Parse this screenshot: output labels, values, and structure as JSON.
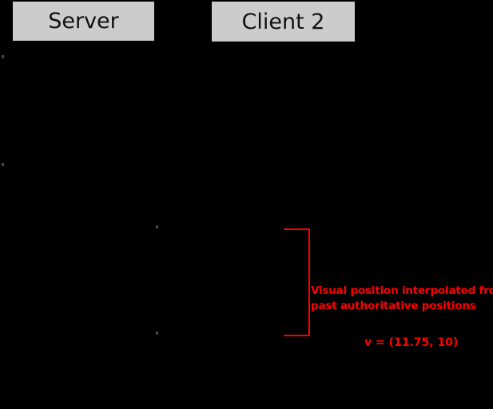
{
  "diagram": {
    "background_color": "#000000",
    "header_box_color": "#cccccc",
    "header_text_color": "#111111",
    "columns": [
      {
        "label": "Server"
      },
      {
        "label": "Client 2"
      }
    ],
    "annotation": {
      "color": "#ff0000",
      "line1": "Visual position interpolated from",
      "line2": "past authoritative positions",
      "velocity": "v = (11.75, 10)"
    }
  }
}
